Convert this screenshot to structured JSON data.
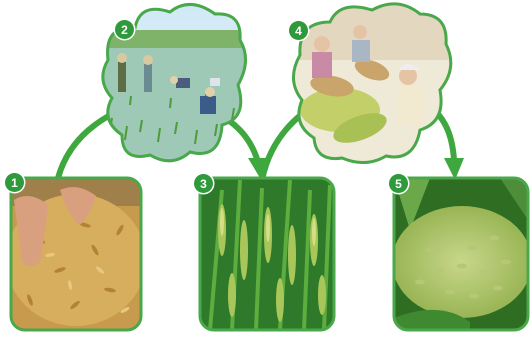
{
  "steps": [
    {
      "number": "1",
      "content": "harvested-rice-grains-in-hands"
    },
    {
      "number": "2",
      "content": "farmers-transplanting-rice-in-paddy"
    },
    {
      "number": "3",
      "content": "ripening-rice-ears"
    },
    {
      "number": "4",
      "content": "women-winnowing-rice-with-baskets"
    },
    {
      "number": "5",
      "content": "green-young-rice-grains"
    }
  ],
  "colors": {
    "accent": "#2e9a3c",
    "arrow": "#3ea83f",
    "frame": "#49a849"
  }
}
